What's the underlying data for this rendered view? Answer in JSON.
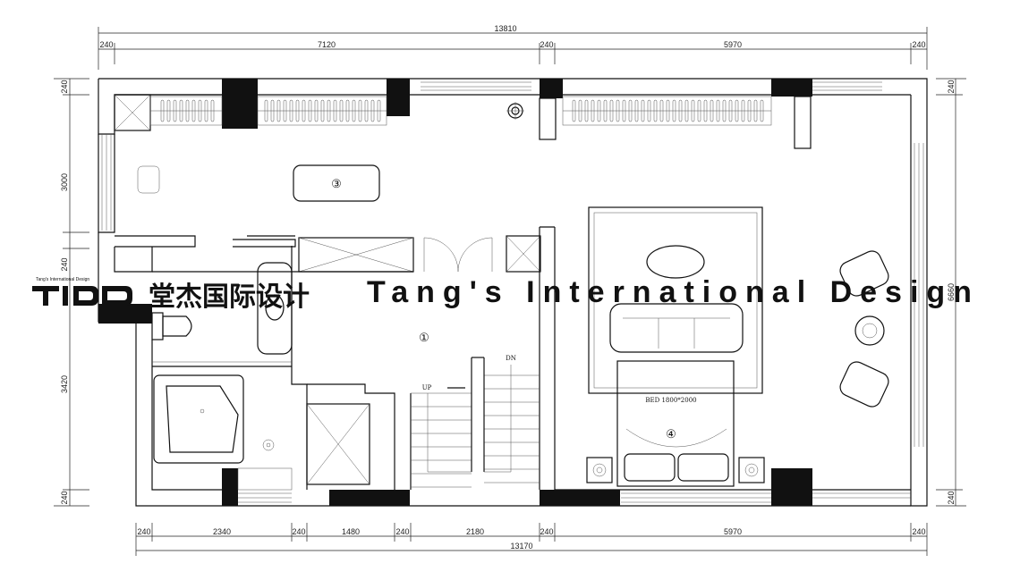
{
  "dimensions": {
    "top_total": "13810",
    "top": [
      "240",
      "7120",
      "240",
      "5970",
      "240"
    ],
    "bottom": [
      "240",
      "2340",
      "240",
      "1480",
      "240",
      "2180",
      "240",
      "5970",
      "240"
    ],
    "bottom_total": "13170",
    "left": [
      "240",
      "3000",
      "240",
      "3420",
      "240"
    ],
    "right": [
      "240",
      "6660",
      "240"
    ]
  },
  "rooms": {
    "room1": "①",
    "room3": "③",
    "room4": "④"
  },
  "labels": {
    "bed": "BED 1800*2000",
    "up": "UP",
    "dn": "DN"
  },
  "watermark": {
    "logo": "TIDD",
    "chinese": "堂杰国际设计",
    "english": "Tang's International Design",
    "small": "Tang's International Design"
  }
}
